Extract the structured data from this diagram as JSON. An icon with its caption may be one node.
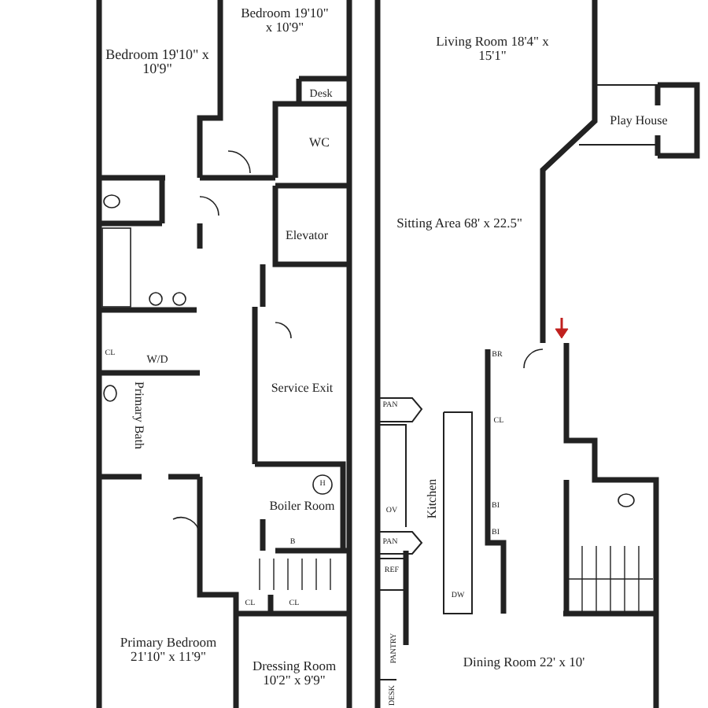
{
  "diagram": {
    "labels": [
      "Bedroom 19'10\" x 10'9\"",
      "Bedroom 19'10\" x 10'9\"",
      "Desk",
      "WC",
      "Elevator",
      "CL",
      "W/D",
      "Primary Bath",
      "Service Exit",
      "H",
      "Boiler Room",
      "B",
      "CL",
      "CL",
      "Primary Bedroom 21'10\" x 11'9\"",
      "Dressing Room 10'2\" x 9'9\"",
      "Living Room 18'4\" x 15'1\"",
      "Play House",
      "Sitting Area 68' x 22.5\"",
      "BR",
      "PAN",
      "CL",
      "Kitchen",
      "OV",
      "BI",
      "BI",
      "PAN",
      "REF",
      "DW",
      "PANTRY",
      "Dining Room 22' x 10'",
      "DESK"
    ]
  }
}
